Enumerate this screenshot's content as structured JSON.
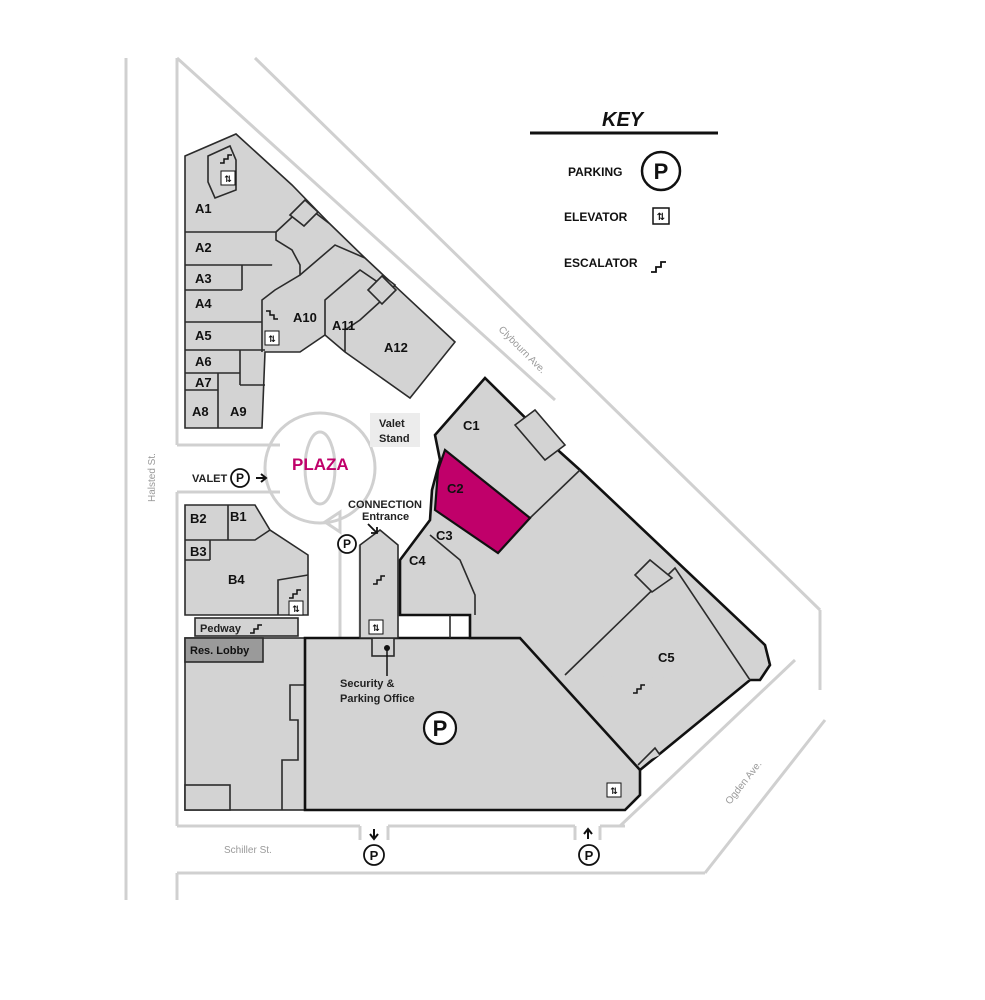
{
  "key": {
    "title": "KEY",
    "items": [
      {
        "label": "PARKING",
        "icon": "parking-icon"
      },
      {
        "label": "ELEVATOR",
        "icon": "elevator-icon"
      },
      {
        "label": "ESCALATOR",
        "icon": "escalator-icon"
      }
    ]
  },
  "streets": {
    "halsted": "Halsted St.",
    "clybourn": "Clybourn Ave.",
    "ogden": "Ogden Ave.",
    "schiller": "Schiller St."
  },
  "plaza": {
    "label": "PLAZA",
    "color": "#c0006a"
  },
  "labels": {
    "valet": "VALET",
    "valet_stand_1": "Valet",
    "valet_stand_2": "Stand",
    "connection_1": "CONNECTION",
    "connection_2": "Entrance",
    "pedway": "Pedway",
    "res_lobby": "Res. Lobby",
    "security_1": "Security &",
    "security_2": "Parking Office",
    "parking_letter": "P"
  },
  "units": {
    "A1": "A1",
    "A2": "A2",
    "A3": "A3",
    "A4": "A4",
    "A5": "A5",
    "A6": "A6",
    "A7": "A7",
    "A8": "A8",
    "A9": "A9",
    "A10": "A10",
    "A11": "A11",
    "A12": "A12",
    "B1": "B1",
    "B2": "B2",
    "B3": "B3",
    "B4": "B4",
    "C1": "C1",
    "C2": "C2",
    "C3": "C3",
    "C4": "C4",
    "C5": "C5"
  },
  "highlight": {
    "unit": "C2",
    "color": "#c0006a"
  },
  "colors": {
    "unit_fill": "#d3d3d3",
    "outline": "#222222",
    "road": "#d0d0d0"
  }
}
